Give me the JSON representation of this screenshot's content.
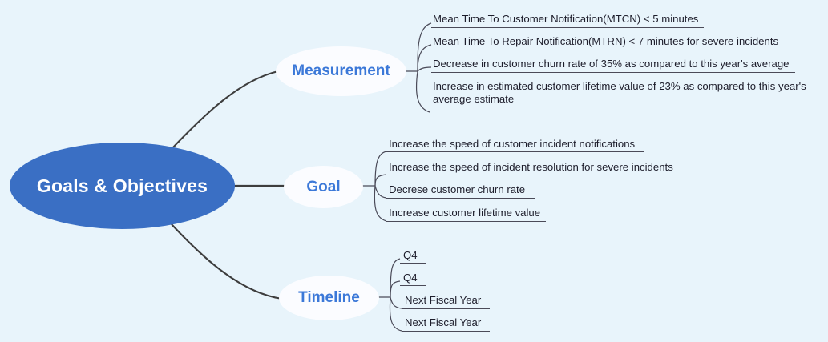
{
  "diagram": {
    "type": "mind-map",
    "title": "Goals & Objectives",
    "background_color": "#e8f4fb",
    "central_node": {
      "label": "Goals & Objectives",
      "fill_color": "#3a6fc4",
      "text_color": "#ffffff"
    },
    "branch_text_color": "#3b78d8",
    "branch_fill_color": "#fbfcff",
    "connector_color": "#3d3d3d",
    "branches": [
      {
        "id": "measurement",
        "label": "Measurement",
        "items": [
          "Mean Time To Customer Notification(MTCN) < 5 minutes",
          "Mean Time To Repair Notification(MTRN) < 7 minutes for severe incidents",
          "Decrease in customer churn rate of 35% as compared to this year's average",
          "Increase in estimated customer lifetime value of 23% as compared to this year's average estimate"
        ]
      },
      {
        "id": "goal",
        "label": "Goal",
        "items": [
          "Increase the speed of customer incident notifications",
          "Increase the speed of incident resolution for severe incidents",
          "Decrese customer churn rate",
          "Increase customer lifetime value"
        ]
      },
      {
        "id": "timeline",
        "label": "Timeline",
        "items": [
          "Q4",
          "Q4",
          "Next Fiscal Year",
          "Next Fiscal Year"
        ]
      }
    ]
  }
}
